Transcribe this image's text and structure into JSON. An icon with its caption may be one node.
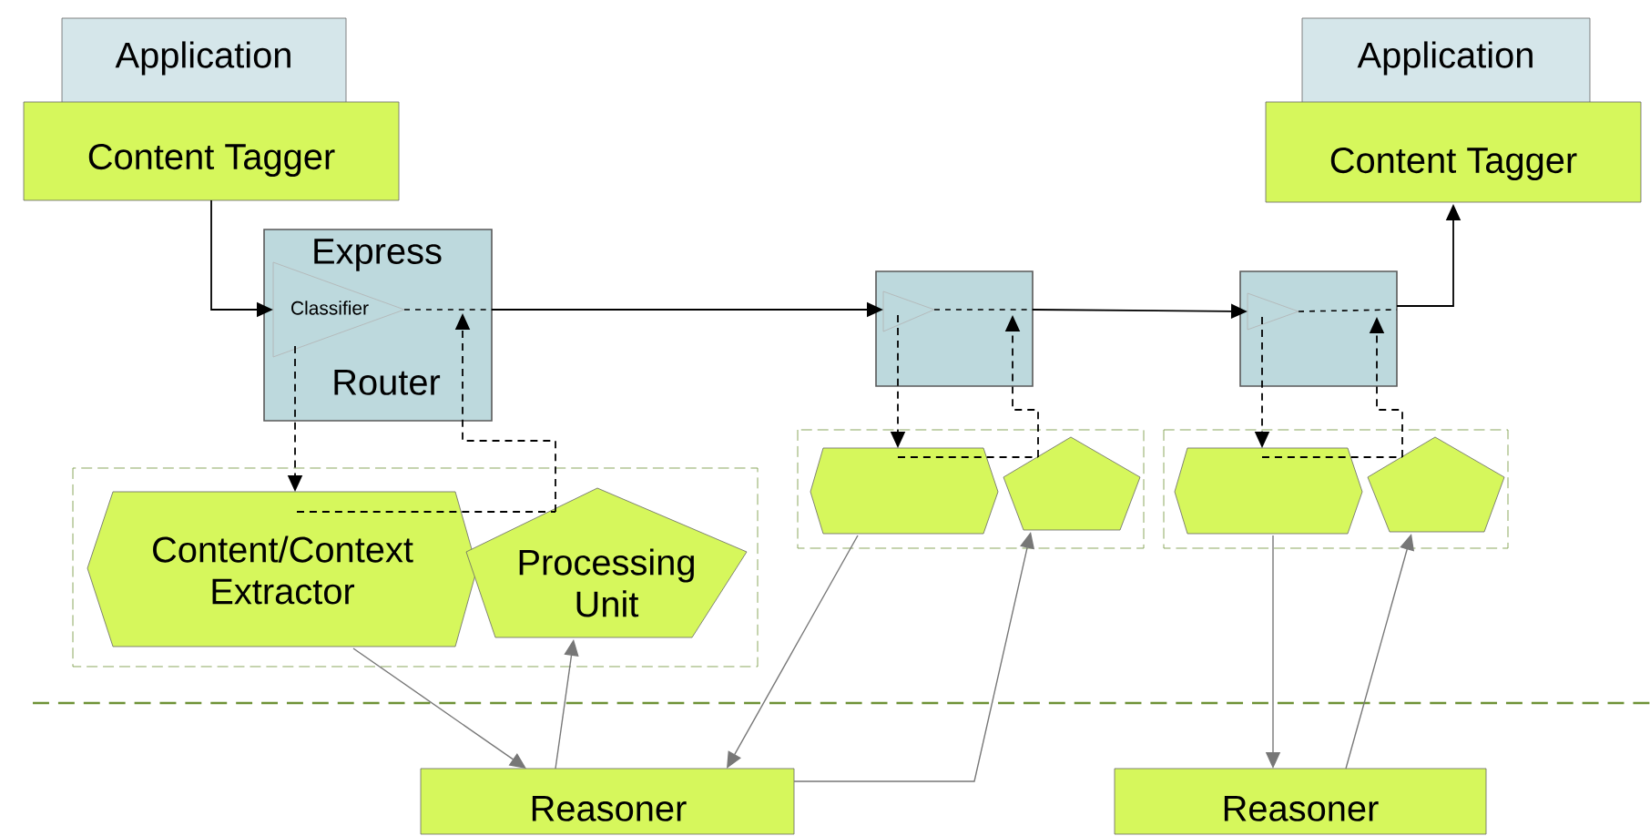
{
  "diagram": {
    "nodes": [
      {
        "text": [
          "Application"
        ]
      },
      {
        "text": [
          "Content Tagger"
        ]
      },
      {
        "text": [
          "Application"
        ]
      },
      {
        "text": [
          "Content Tagger"
        ]
      },
      {
        "text": [
          "Express",
          "Router"
        ]
      },
      {
        "text": [
          "Classifier"
        ],
        "in": 4
      },
      {
        "text": [],
        "shape": "box"
      },
      {
        "text": [],
        "shape": "triangle",
        "in": 6
      },
      {
        "text": [],
        "shape": "box"
      },
      {
        "text": [],
        "shape": "triangle",
        "in": 8
      },
      {
        "text": [],
        "shape": "box"
      },
      {
        "text": [
          "Content/Context Extractor"
        ],
        "in": 10
      },
      {
        "text": [
          "Processing Unit"
        ],
        "in": 10
      },
      {
        "text": [],
        "shape": "box"
      },
      {
        "text": [],
        "shape": "hexagon",
        "in": 13
      },
      {
        "text": [],
        "shape": "pentagon",
        "in": 13
      },
      {
        "text": [],
        "shape": "box"
      },
      {
        "text": [],
        "shape": "hexagon",
        "in": 16
      },
      {
        "text": [],
        "shape": "pentagon",
        "in": 16
      },
      {
        "text": [
          "Reasoner"
        ]
      },
      {
        "text": [
          "Reasoner"
        ]
      }
    ],
    "edges": [
      {
        "from": 1,
        "to": 5,
        "arrow": "to"
      },
      {
        "from": 4,
        "to": 7,
        "arrow": "to"
      },
      {
        "from": 6,
        "to": 9,
        "arrow": "to"
      },
      {
        "from": 8,
        "to": 3,
        "arrow": "to"
      },
      {
        "from": 5,
        "to": 11,
        "arrow": "to",
        "style": "dashed"
      },
      {
        "from": 11,
        "to": 12,
        "arrow": "none",
        "style": "dashed"
      },
      {
        "from": 12,
        "to": 4,
        "arrow": "to",
        "style": "dashed"
      },
      {
        "from": 7,
        "to": 14,
        "arrow": "to",
        "style": "dashed"
      },
      {
        "from": 14,
        "to": 15,
        "arrow": "none",
        "style": "dashed"
      },
      {
        "from": 15,
        "to": 6,
        "arrow": "to",
        "style": "dashed"
      },
      {
        "from": 9,
        "to": 17,
        "arrow": "to",
        "style": "dashed"
      },
      {
        "from": 17,
        "to": 18,
        "arrow": "none",
        "style": "dashed"
      },
      {
        "from": 18,
        "to": 8,
        "arrow": "to",
        "style": "dashed"
      },
      {
        "from": 11,
        "to": 19,
        "arrow": "to",
        "color": "#777777"
      },
      {
        "from": 19,
        "to": 12,
        "arrow": "to",
        "color": "#777777"
      },
      {
        "from": 14,
        "to": 19,
        "arrow": "to",
        "color": "#777777"
      },
      {
        "from": 19,
        "to": 15,
        "arrow": "to",
        "color": "#777777"
      },
      {
        "from": 17,
        "to": 20,
        "arrow": "to",
        "color": "#777777"
      },
      {
        "from": 20,
        "to": 18,
        "arrow": "to",
        "color": "#777777"
      }
    ]
  }
}
